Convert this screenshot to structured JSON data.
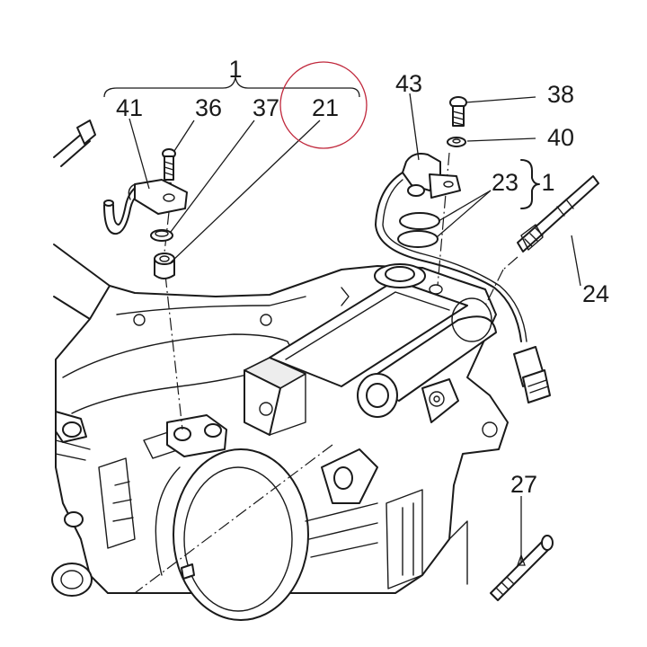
{
  "highlight_color": "#c0283c",
  "line_color": "#1a1a1a",
  "labels": {
    "l_1_top": "1",
    "l_41": "41",
    "l_36": "36",
    "l_37": "37",
    "l_21": "21",
    "l_43": "43",
    "l_38": "38",
    "l_40": "40",
    "l_23": "23",
    "l_1_right": "1",
    "l_24": "24",
    "l_27": "27"
  },
  "highlighted_part": "21"
}
